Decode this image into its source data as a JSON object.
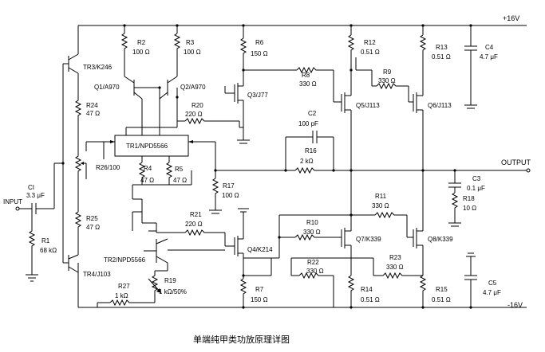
{
  "title": "单端纯甲类功放原理详图",
  "rails": {
    "positive": "+16V",
    "negative": "-16V"
  },
  "terminals": {
    "input": "INPUT",
    "output": "OUTPUT"
  },
  "transistors": [
    {
      "id": "TR3",
      "label": "TR3/K246"
    },
    {
      "id": "TR4",
      "label": "TR4/J103"
    },
    {
      "id": "Q1",
      "label": "Q1/A970"
    },
    {
      "id": "Q2",
      "label": "Q2/A970"
    },
    {
      "id": "Q3",
      "label": "Q3/J77"
    },
    {
      "id": "TR1",
      "label": "TR1/NPD5566"
    },
    {
      "id": "TR2",
      "label": "TR2/NPD5566"
    },
    {
      "id": "Q4",
      "label": "Q4/K214"
    },
    {
      "id": "Q5",
      "label": "Q5/J113"
    },
    {
      "id": "Q6",
      "label": "Q6/J113"
    },
    {
      "id": "Q7",
      "label": "Q7/K339"
    },
    {
      "id": "Q8",
      "label": "Q8/K339"
    }
  ],
  "resistors": [
    {
      "id": "R1",
      "name": "R1",
      "value": "68 kΩ"
    },
    {
      "id": "R2",
      "name": "R2",
      "value": "100 Ω"
    },
    {
      "id": "R3",
      "name": "R3",
      "value": "100 Ω"
    },
    {
      "id": "R4",
      "name": "R4",
      "value": "47 Ω"
    },
    {
      "id": "R5",
      "name": "R5",
      "value": "47 Ω"
    },
    {
      "id": "R6",
      "name": "R6",
      "value": "150 Ω"
    },
    {
      "id": "R7",
      "name": "R7",
      "value": "150 Ω"
    },
    {
      "id": "R8",
      "name": "R8",
      "value": "330 Ω"
    },
    {
      "id": "R9",
      "name": "R9",
      "value": "330 Ω"
    },
    {
      "id": "R10",
      "name": "R10",
      "value": "330 Ω"
    },
    {
      "id": "R11",
      "name": "R11",
      "value": "330 Ω"
    },
    {
      "id": "R12",
      "name": "R12",
      "value": "0.51 Ω"
    },
    {
      "id": "R13",
      "name": "R13",
      "value": "0.51 Ω"
    },
    {
      "id": "R14",
      "name": "R14",
      "value": "0.51 Ω"
    },
    {
      "id": "R15",
      "name": "R15",
      "value": "0.51 Ω"
    },
    {
      "id": "R16",
      "name": "R16",
      "value": "2 kΩ"
    },
    {
      "id": "R17",
      "name": "R17",
      "value": "100 Ω"
    },
    {
      "id": "R18",
      "name": "R18",
      "value": "10 Ω"
    },
    {
      "id": "R19",
      "name": "R19",
      "value": "1 kΩ/50%"
    },
    {
      "id": "R20",
      "name": "R20",
      "value": "220 Ω"
    },
    {
      "id": "R21",
      "name": "R21",
      "value": "220 Ω"
    },
    {
      "id": "R22",
      "name": "R22",
      "value": "330 Ω"
    },
    {
      "id": "R23",
      "name": "R23",
      "value": "330 Ω"
    },
    {
      "id": "R24",
      "name": "R24",
      "value": "47 Ω"
    },
    {
      "id": "R25",
      "name": "R25",
      "value": "47 Ω"
    },
    {
      "id": "R26",
      "name": "R26/100",
      "value": ""
    },
    {
      "id": "R27",
      "name": "R27",
      "value": "1 kΩ"
    }
  ],
  "capacitors": [
    {
      "id": "C1",
      "name": "CI",
      "value": "3.3 μF"
    },
    {
      "id": "C2",
      "name": "C2",
      "value": "100 pF"
    },
    {
      "id": "C3",
      "name": "C3",
      "value": "0.1 μF"
    },
    {
      "id": "C4",
      "name": "C4",
      "value": "4.7 μF"
    },
    {
      "id": "C5",
      "name": "C5",
      "value": "4.7 μF"
    }
  ]
}
